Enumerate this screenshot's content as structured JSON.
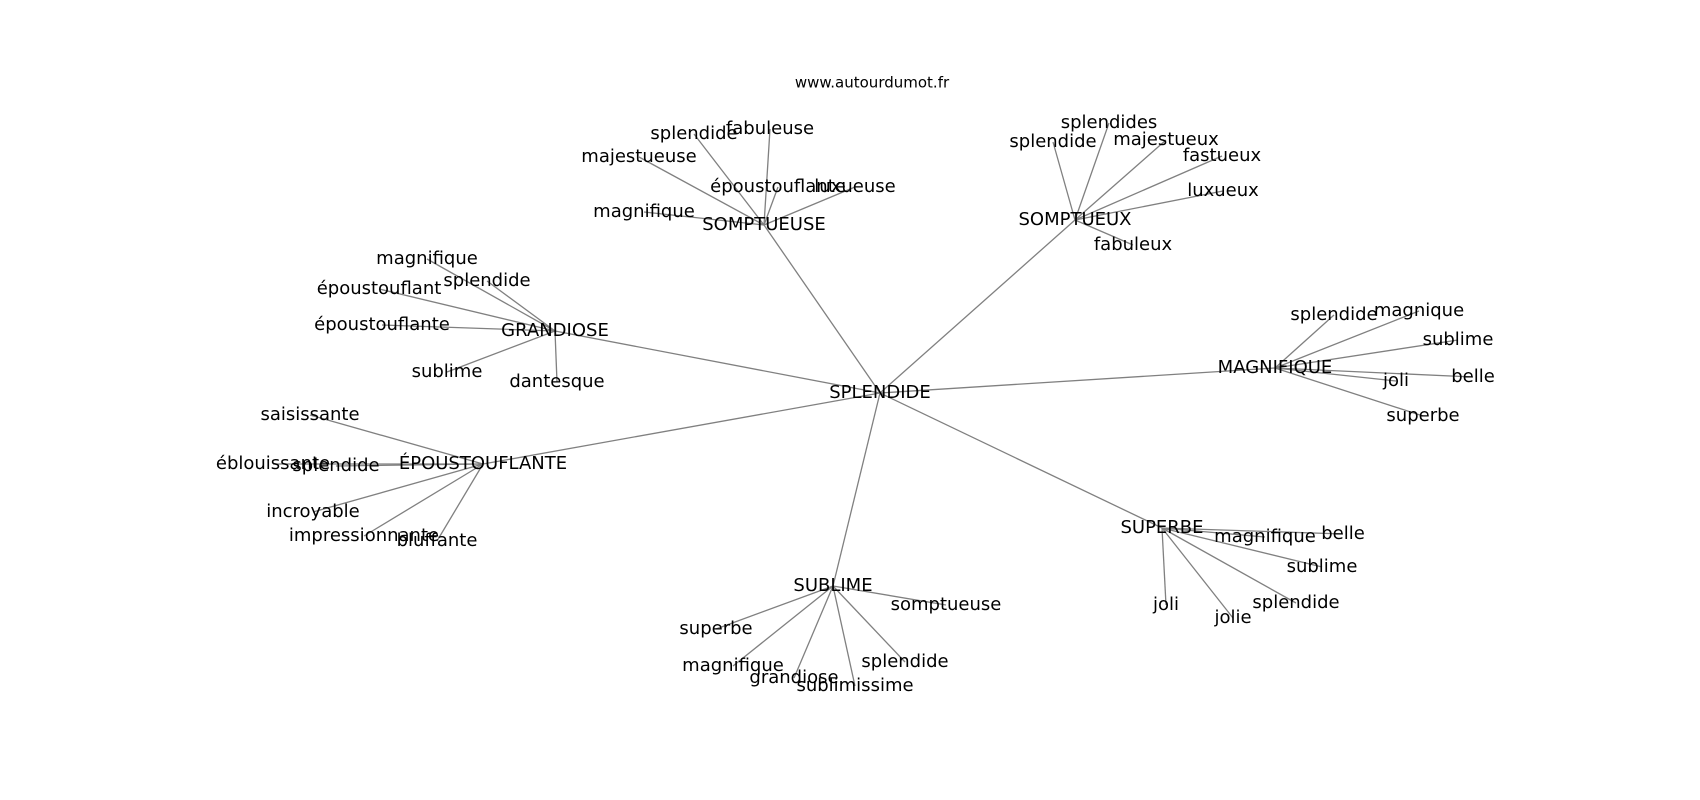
{
  "site": {
    "url": "www.autourdumot.fr"
  },
  "center": {
    "id": "splendide-center",
    "label": "SPLENDIDE"
  },
  "hubs": [
    {
      "id": "somptueuse",
      "label": "SOMPTUEUSE",
      "leaves": [
        {
          "id": "somptueuse-splendide",
          "label": "splendide"
        },
        {
          "id": "somptueuse-fabuleuse",
          "label": "fabuleuse"
        },
        {
          "id": "somptueuse-majestueuse",
          "label": "majestueuse"
        },
        {
          "id": "somptueuse-epoustouflante",
          "label": "époustouflante"
        },
        {
          "id": "somptueuse-luxueuse",
          "label": "luxueuse"
        },
        {
          "id": "somptueuse-magnifique",
          "label": "magnifique"
        }
      ]
    },
    {
      "id": "somptueux",
      "label": "SOMPTUEUX",
      "leaves": [
        {
          "id": "somptueux-splendides",
          "label": "splendides"
        },
        {
          "id": "somptueux-splendide",
          "label": "splendide"
        },
        {
          "id": "somptueux-majestueux",
          "label": "majestueux"
        },
        {
          "id": "somptueux-fastueux",
          "label": "fastueux"
        },
        {
          "id": "somptueux-luxueux",
          "label": "luxueux"
        },
        {
          "id": "somptueux-fabuleux",
          "label": "fabuleux"
        }
      ]
    },
    {
      "id": "grandiose",
      "label": "GRANDIOSE",
      "leaves": [
        {
          "id": "grandiose-magnifique",
          "label": "magnifique"
        },
        {
          "id": "grandiose-splendide",
          "label": "splendide"
        },
        {
          "id": "grandiose-epoustouflant",
          "label": "époustouflant"
        },
        {
          "id": "grandiose-epoustouflante",
          "label": "époustouflante"
        },
        {
          "id": "grandiose-sublime",
          "label": "sublime"
        },
        {
          "id": "grandiose-dantesque",
          "label": "dantesque"
        }
      ]
    },
    {
      "id": "magnifique",
      "label": "MAGNIFIQUE",
      "leaves": [
        {
          "id": "magnifique-splendide",
          "label": "splendide"
        },
        {
          "id": "magnifique-magnique",
          "label": "magnique"
        },
        {
          "id": "magnifique-sublime",
          "label": "sublime"
        },
        {
          "id": "magnifique-joli",
          "label": "joli"
        },
        {
          "id": "magnifique-belle",
          "label": "belle"
        },
        {
          "id": "magnifique-superbe",
          "label": "superbe"
        }
      ]
    },
    {
      "id": "epoustouflante",
      "label": "ÉPOUSTOUFLANTE",
      "leaves": [
        {
          "id": "epoustouflante-saisissante",
          "label": "saisissante"
        },
        {
          "id": "epoustouflante-eblouissante",
          "label": "éblouissante"
        },
        {
          "id": "epoustouflante-splendide",
          "label": "splendide"
        },
        {
          "id": "epoustouflante-incroyable",
          "label": "incroyable"
        },
        {
          "id": "epoustouflante-impressionnante",
          "label": "impressionnante"
        },
        {
          "id": "epoustouflante-bluffante",
          "label": "bluffante"
        }
      ]
    },
    {
      "id": "superbe",
      "label": "SUPERBE",
      "leaves": [
        {
          "id": "superbe-magnifique",
          "label": "magnifique"
        },
        {
          "id": "superbe-belle",
          "label": "belle"
        },
        {
          "id": "superbe-sublime",
          "label": "sublime"
        },
        {
          "id": "superbe-splendide",
          "label": "splendide"
        },
        {
          "id": "superbe-joli",
          "label": "joli"
        },
        {
          "id": "superbe-jolie",
          "label": "jolie"
        }
      ]
    },
    {
      "id": "sublime",
      "label": "SUBLIME",
      "leaves": [
        {
          "id": "sublime-somptueuse",
          "label": "somptueuse"
        },
        {
          "id": "sublime-superbe",
          "label": "superbe"
        },
        {
          "id": "sublime-magnifique",
          "label": "magnifique"
        },
        {
          "id": "sublime-grandiose",
          "label": "grandiose"
        },
        {
          "id": "sublime-sublimissime",
          "label": "sublimissime"
        },
        {
          "id": "sublime-splendide",
          "label": "splendide"
        }
      ]
    }
  ],
  "colors": {
    "edge": "#808080",
    "text": "#000000",
    "background": "#ffffff"
  }
}
